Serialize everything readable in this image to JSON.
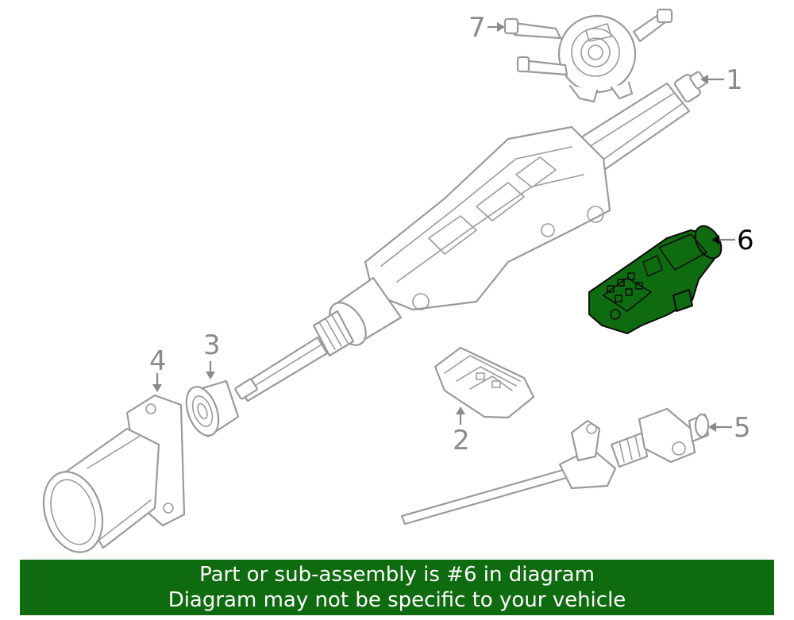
{
  "callouts": [
    {
      "id": "1",
      "label": "1"
    },
    {
      "id": "2",
      "label": "2"
    },
    {
      "id": "3",
      "label": "3"
    },
    {
      "id": "4",
      "label": "4"
    },
    {
      "id": "5",
      "label": "5"
    },
    {
      "id": "6",
      "label": "6",
      "highlighted": true
    },
    {
      "id": "7",
      "label": "7"
    }
  ],
  "banner": {
    "line1": "Part or sub-assembly is #6 in diagram",
    "line2": "Diagram may not be specific to your vehicle"
  },
  "colors": {
    "highlight": "#0f6b0f",
    "banner_background": "#0f6b0f",
    "banner_text": "#ffffff",
    "line_art": "#9a9a9a"
  }
}
